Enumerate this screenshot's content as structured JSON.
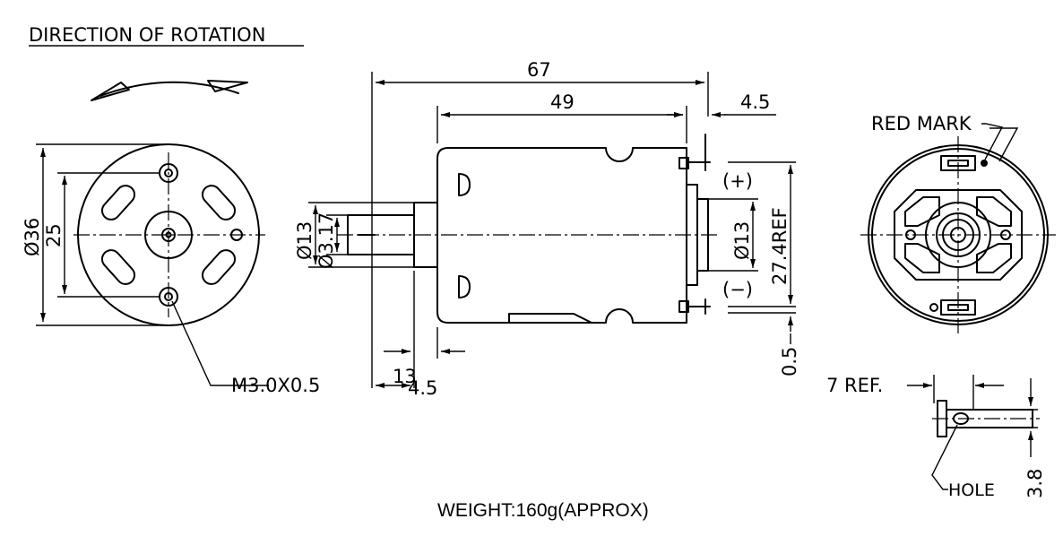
{
  "header": {
    "title": "DIRECTION OF ROTATION"
  },
  "front_view": {
    "dims": {
      "outer_diameter": "Ø36",
      "bolt_circle": "25"
    },
    "thread_note": "M3.0X0.5"
  },
  "side_view": {
    "dims": {
      "overall_length": "67",
      "body_length": "49",
      "terminal_length": "4.5",
      "boss_diameter": "Ø13",
      "shaft_diameter": "Ø3.17",
      "rear_boss_diameter": "Ø13",
      "terminal_spacing": "27.4REF",
      "terminal_thickness": "0.5",
      "shaft_length": "13",
      "boss_length": "4.5"
    },
    "polarity": {
      "positive": "(+)",
      "negative": "(−)"
    }
  },
  "rear_view": {
    "red_mark_label": "RED MARK"
  },
  "terminal_detail": {
    "ref_label": "7 REF.",
    "hole_label": "HOLE",
    "height_dim": "3.8"
  },
  "footer": {
    "weight_note": "WEIGHT:160g(APPROX)"
  }
}
